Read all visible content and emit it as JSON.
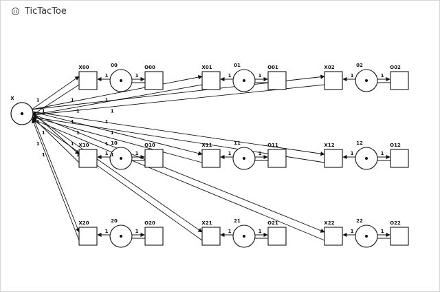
{
  "window": {
    "title": "TicTacToe"
  },
  "diagram": {
    "source_place": {
      "label": "X"
    },
    "cells": [
      {
        "place": "00",
        "x_transition": "X00",
        "o_transition": "O00"
      },
      {
        "place": "01",
        "x_transition": "X01",
        "o_transition": "O01"
      },
      {
        "place": "02",
        "x_transition": "X02",
        "o_transition": "O02"
      },
      {
        "place": "10",
        "x_transition": "X10",
        "o_transition": "O10"
      },
      {
        "place": "11",
        "x_transition": "X11",
        "o_transition": "O11"
      },
      {
        "place": "12",
        "x_transition": "X12",
        "o_transition": "O12"
      },
      {
        "place": "20",
        "x_transition": "X20",
        "o_transition": "O20"
      },
      {
        "place": "21",
        "x_transition": "X21",
        "o_transition": "O21"
      },
      {
        "place": "22",
        "x_transition": "X22",
        "o_transition": "O22"
      }
    ],
    "arc_weight": "1"
  },
  "icons": {
    "app": "app-icon"
  },
  "colors": {
    "stroke": "#111111",
    "background": "#ffffff"
  }
}
